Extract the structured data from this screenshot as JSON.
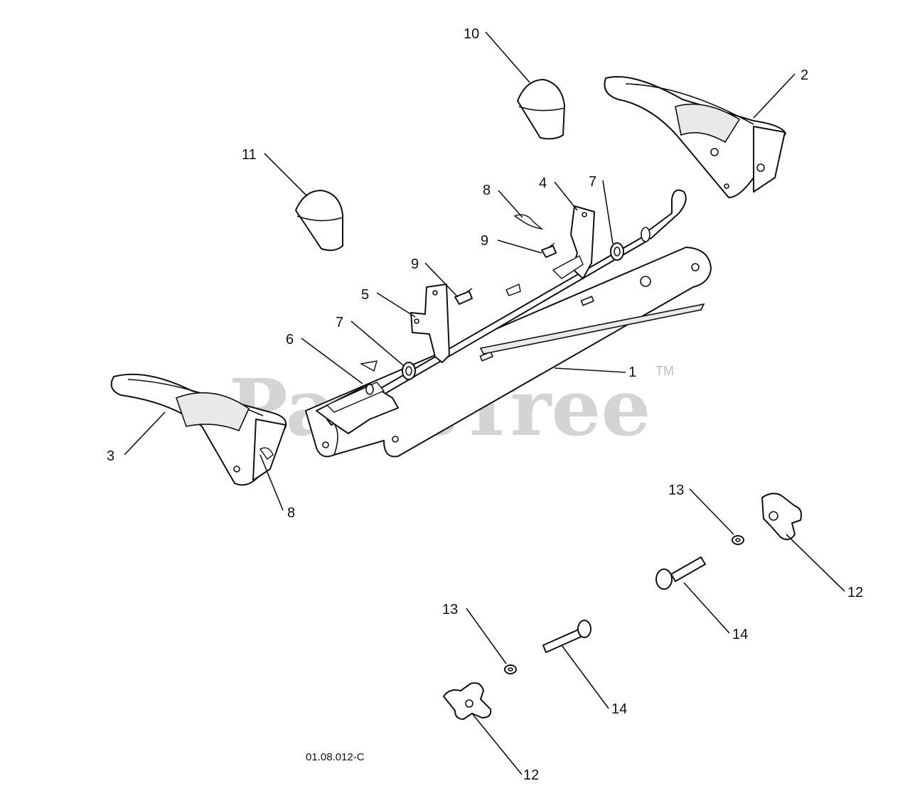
{
  "watermark": {
    "text": "PartsTree",
    "trademark": "TM"
  },
  "drawing_id": "01.08.012-C",
  "callouts": [
    {
      "id": "c10",
      "label": "10"
    },
    {
      "id": "c2",
      "label": "2"
    },
    {
      "id": "c11",
      "label": "11"
    },
    {
      "id": "c8a",
      "label": "8"
    },
    {
      "id": "c4",
      "label": "4"
    },
    {
      "id": "c7a",
      "label": "7"
    },
    {
      "id": "c9a",
      "label": "9"
    },
    {
      "id": "c9b",
      "label": "9"
    },
    {
      "id": "c5",
      "label": "5"
    },
    {
      "id": "c7b",
      "label": "7"
    },
    {
      "id": "c6",
      "label": "6"
    },
    {
      "id": "c1",
      "label": "1"
    },
    {
      "id": "c3",
      "label": "3"
    },
    {
      "id": "c8b",
      "label": "8"
    },
    {
      "id": "c13a",
      "label": "13"
    },
    {
      "id": "c12a",
      "label": "12"
    },
    {
      "id": "c14a",
      "label": "14"
    },
    {
      "id": "c13b",
      "label": "13"
    },
    {
      "id": "c14b",
      "label": "14"
    },
    {
      "id": "c12b",
      "label": "12"
    }
  ]
}
